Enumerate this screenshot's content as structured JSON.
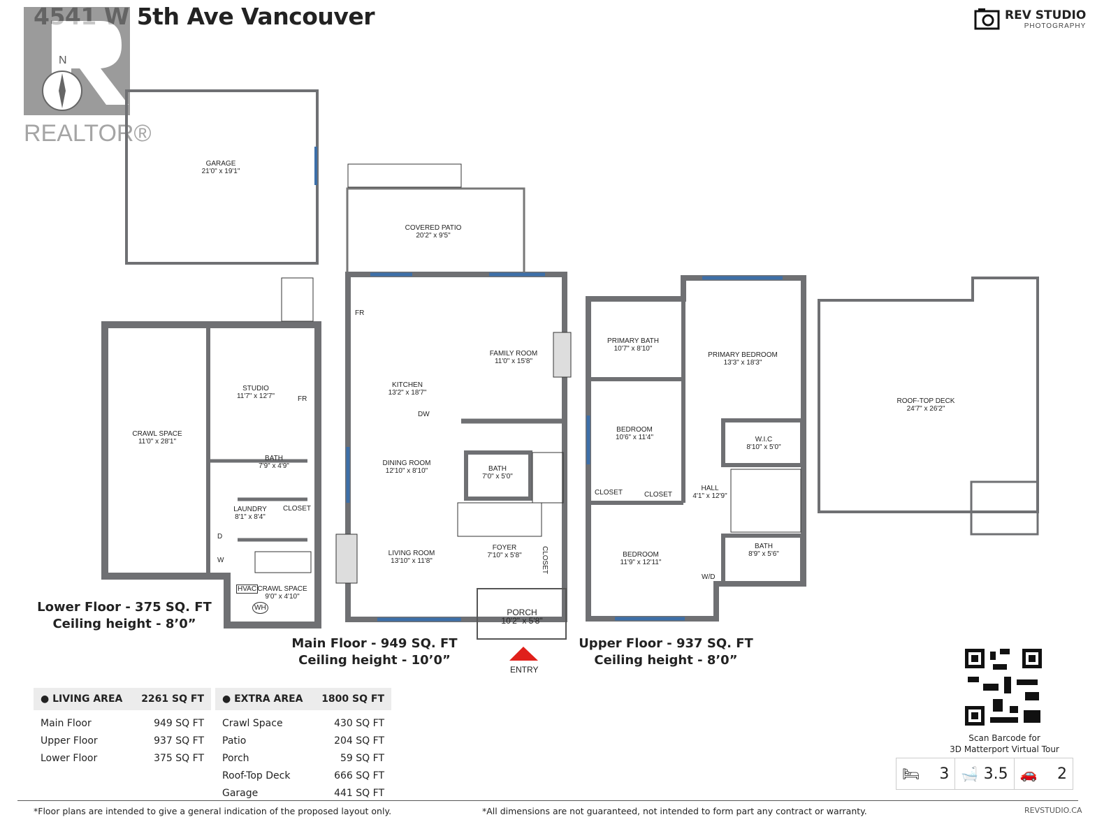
{
  "title": "4541 W 5th Ave Vancouver",
  "logo": {
    "name": "REV STUDIO",
    "sub": "PHOTOGRAPHY"
  },
  "watermark": {
    "text": "REALTOR®",
    "compass": "N"
  },
  "rooms": {
    "garage": {
      "name": "GARAGE",
      "size": "21'0\" x 19'1\""
    },
    "covered_patio": {
      "name": "COVERED PATIO",
      "size": "20'2\" x 9'5\""
    },
    "kitchen": {
      "name": "KITCHEN",
      "size": "13'2\" x 18'7\""
    },
    "family_room": {
      "name": "FAMILY ROOM",
      "size": "11'0\" x 15'8\""
    },
    "dining_room": {
      "name": "DINING ROOM",
      "size": "12'10\" x 8'10\""
    },
    "main_bath": {
      "name": "BATH",
      "size": "7'0\" x 5'0\""
    },
    "living_room": {
      "name": "LIVING ROOM",
      "size": "13'10\" x 11'8\""
    },
    "foyer": {
      "name": "FOYER",
      "size": "7'10\" x 5'8\""
    },
    "main_closet": {
      "name": "CLOSET"
    },
    "porch": {
      "name": "PORCH",
      "size": "10'2\" x 5'8\""
    },
    "studio": {
      "name": "STUDIO",
      "size": "11'7\" x 12'7\""
    },
    "crawl_space": {
      "name": "CRAWL SPACE",
      "size": "11'0\" x 28'1\""
    },
    "lower_bath": {
      "name": "BATH",
      "size": "7'9\" x 4'9\""
    },
    "laundry": {
      "name": "LAUNDRY",
      "size": "8'1\" x 8'4\""
    },
    "lower_closet": {
      "name": "CLOSET"
    },
    "crawl_space_2": {
      "name": "CRAWL SPACE",
      "size": "9'0\" x 4'10\""
    },
    "primary_bath": {
      "name": "PRIMARY BATH",
      "size": "10'7\" x 8'10\""
    },
    "primary_bedroom": {
      "name": "PRIMARY BEDROOM",
      "size": "13'3\" x 18'3\""
    },
    "bedroom_1": {
      "name": "BEDROOM",
      "size": "10'6\" x 11'4\""
    },
    "wic": {
      "name": "W.I.C",
      "size": "8'10\" x 5'0\""
    },
    "closet_a": {
      "name": "CLOSET"
    },
    "closet_b": {
      "name": "CLOSET"
    },
    "hall": {
      "name": "HALL",
      "size": "4'1\" x 12'9\""
    },
    "bedroom_2": {
      "name": "BEDROOM",
      "size": "11'9\" x 12'11\""
    },
    "upper_bath": {
      "name": "BATH",
      "size": "8'9\" x 5'6\""
    },
    "roof_deck": {
      "name": "ROOF-TOP DECK",
      "size": "24'7\" x 26'2\""
    }
  },
  "fixtures": {
    "fr": "FR",
    "dw": "DW",
    "d": "D",
    "w": "W",
    "wd": "W/D",
    "hvac": "HVAC",
    "wh": "WH"
  },
  "entry": "ENTRY",
  "captions": {
    "lower": [
      "Lower Floor - 375 SQ. FT",
      "Ceiling height - 8’0”"
    ],
    "main": [
      "Main Floor - 949 SQ. FT",
      "Ceiling height - 10’0”"
    ],
    "upper": [
      "Upper Floor - 937 SQ. FT",
      "Ceiling height - 8’0”"
    ]
  },
  "living_area": {
    "label": "● LIVING AREA",
    "total": "2261 SQ FT",
    "rows": [
      [
        "Main Floor",
        "949 SQ FT"
      ],
      [
        "Upper Floor",
        "937 SQ FT"
      ],
      [
        "Lower Floor",
        "375 SQ FT"
      ]
    ]
  },
  "extra_area": {
    "label": "● EXTRA AREA",
    "total": "1800 SQ FT",
    "rows": [
      [
        "Crawl Space",
        "430 SQ FT"
      ],
      [
        "Patio",
        "204 SQ FT"
      ],
      [
        "Porch",
        "59 SQ FT"
      ],
      [
        "Roof-Top Deck",
        "666 SQ FT"
      ],
      [
        "Garage",
        "441 SQ FT"
      ]
    ]
  },
  "qr": {
    "caption1": "Scan Barcode for",
    "caption2": "3D Matterport Virtual Tour"
  },
  "stats": {
    "bedrooms": "3",
    "bathrooms": "3.5",
    "parking": "2"
  },
  "footer": {
    "left": "*Floor plans are intended to give a general indication of the proposed layout only.",
    "center": "*All dimensions are not guaranteed, not intended to form part any contract or warranty.",
    "right": "REVSTUDIO.CA"
  },
  "colors": {
    "wall": "#6f7073",
    "window": "#3d6fa8",
    "entry": "#e0201b"
  }
}
